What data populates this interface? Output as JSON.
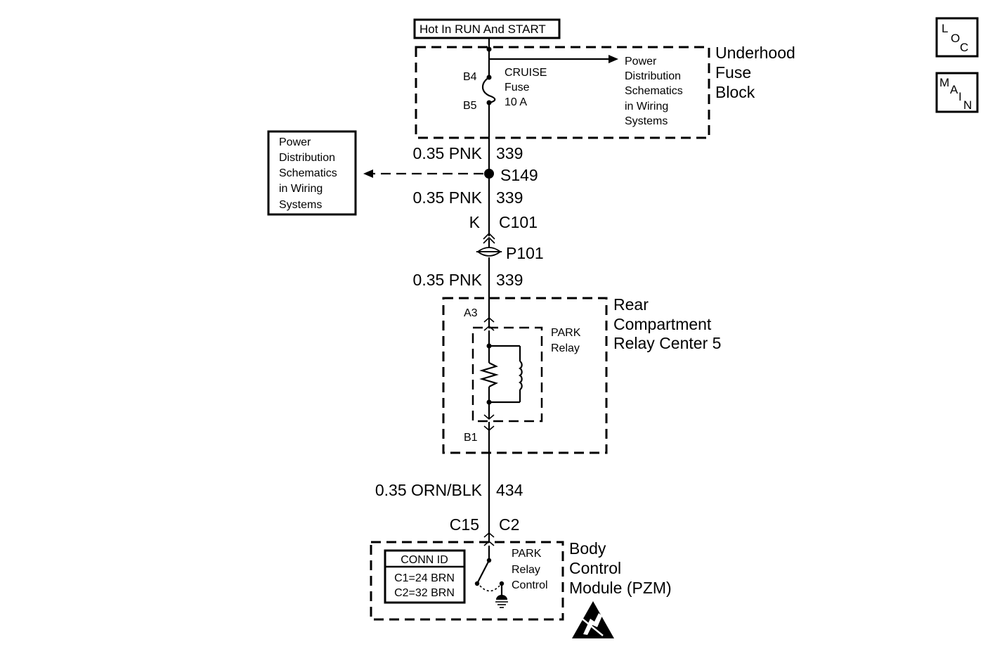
{
  "header": {
    "supply_label": "Hot In RUN And START"
  },
  "nav": {
    "loc": [
      "L",
      "O",
      "C"
    ],
    "main": [
      "M",
      "A",
      "I",
      "N"
    ]
  },
  "underhood": {
    "name_lines": [
      "Underhood",
      "Fuse",
      "Block"
    ],
    "pin_top": "B4",
    "pin_bottom": "B5",
    "fuse_lines": [
      "CRUISE",
      "Fuse",
      "10 A"
    ],
    "ref_lines": [
      "Power",
      "Distribution",
      "Schematics",
      "in Wiring",
      "Systems"
    ]
  },
  "left_ref": {
    "lines": [
      "Power",
      "Distribution",
      "Schematics",
      "in Wiring",
      "Systems"
    ]
  },
  "wires": {
    "w1": {
      "gauge_color": "0.35 PNK",
      "circuit": "339"
    },
    "w2": {
      "gauge_color": "0.35 PNK",
      "circuit": "339"
    },
    "w3": {
      "gauge_color": "0.35 PNK",
      "circuit": "339"
    },
    "w4": {
      "gauge_color": "0.35 ORN/BLK",
      "circuit": "434"
    }
  },
  "splice": {
    "label": "S149"
  },
  "connector_c101": {
    "pin": "K",
    "name": "C101"
  },
  "connector_p101": {
    "name": "P101"
  },
  "relay_center": {
    "name_lines": [
      "Rear",
      "Compartment",
      "Relay Center 5"
    ],
    "pin_top": "A3",
    "pin_bottom": "B1",
    "relay_lines": [
      "PARK",
      "Relay"
    ]
  },
  "bcm_connector": {
    "left": "C15",
    "right": "C2"
  },
  "bcm": {
    "name_lines": [
      "Body",
      "Control",
      "Module (PZM)"
    ],
    "conn_id_title": "CONN ID",
    "conn_id_lines": [
      "C1=24 BRN",
      "C2=32 BRN"
    ],
    "control_lines": [
      "PARK",
      "Relay",
      "Control"
    ]
  }
}
